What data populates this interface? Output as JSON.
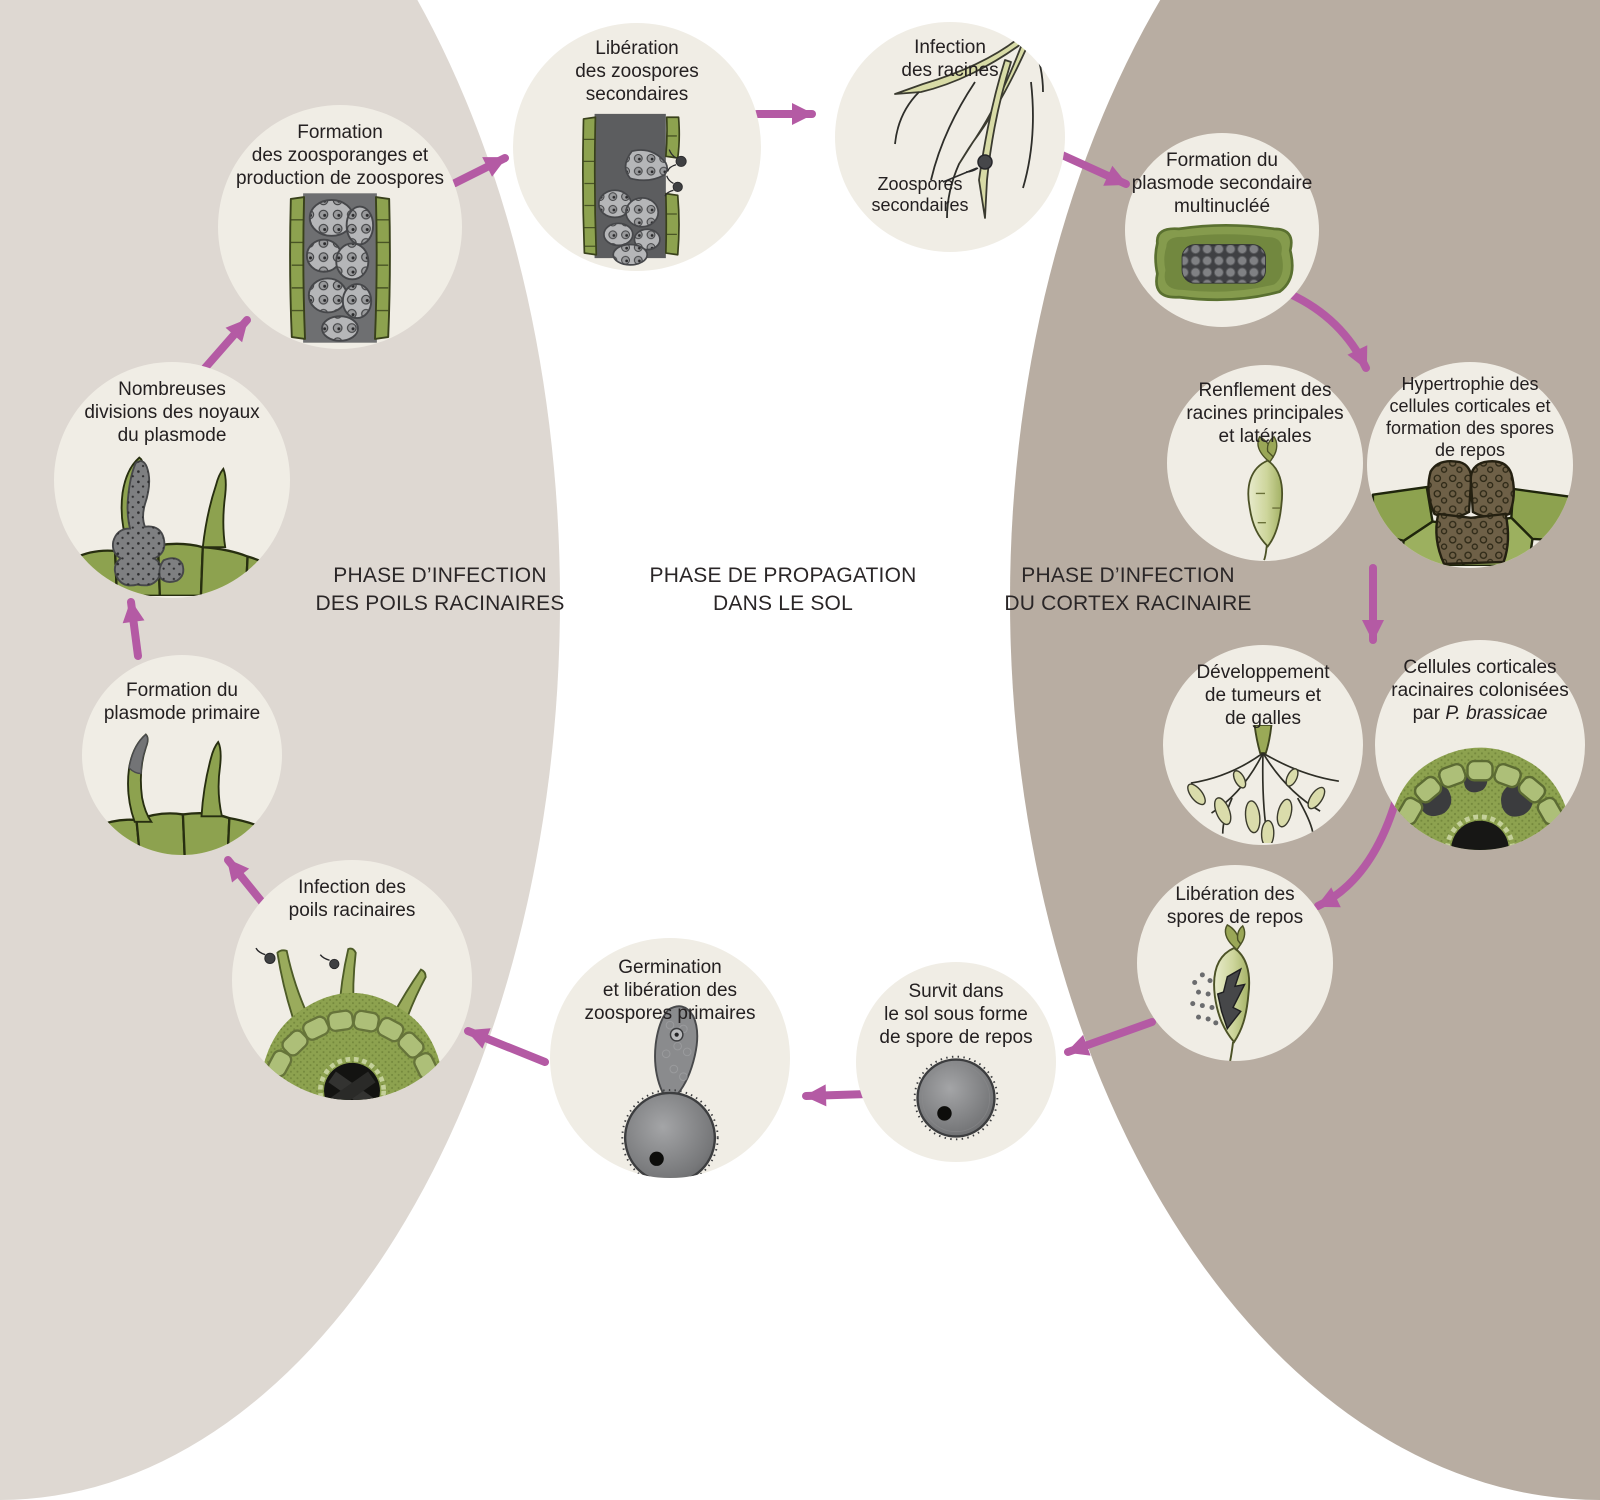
{
  "phases": {
    "left": "PHASE D’INFECTION\nDES POILS RACINAIRES",
    "center": "PHASE DE PROPAGATION\nDANS LE SOL",
    "right": "PHASE D’INFECTION\nDU CORTEX RACINAIRE"
  },
  "nodes": {
    "formation_zoosporanges": {
      "label": "Formation\ndes zoosporanges et\nproduction de zoospores"
    },
    "liberation_zoospores_secondaires": {
      "label": "Libération\ndes zoospores\nsecondaires"
    },
    "infection_racines": {
      "label": "Infection\ndes racines",
      "sublabel": "Zoospores\nsecondaires"
    },
    "formation_plasmode_secondaire": {
      "label": "Formation du\nplasmode secondaire\nmultinucléé"
    },
    "renflement_racines": {
      "label": "Renflement des\nracines principales\net latérales"
    },
    "hypertrophie_cellules": {
      "label": "Hypertrophie des\ncellules corticales et\nformation des spores\nde repos"
    },
    "developpement_tumeurs": {
      "label": "Développement\nde tumeurs et\nde galles"
    },
    "cellules_corticales": {
      "label": "Cellules corticales\nracinaires colonisées\npar ",
      "species": "P. brassicae"
    },
    "liberation_spores_repos": {
      "label": "Libération des\nspores de repos"
    },
    "survit_sol": {
      "label": "Survit dans\nle sol sous forme\nde spore de repos"
    },
    "germination": {
      "label": "Germination\net libération des\nzoospores primaires"
    },
    "infection_poils": {
      "label": "Infection des\npoils racinaires"
    },
    "formation_plasmode_primaire": {
      "label": "Formation du\nplasmode primaire"
    },
    "nombreuses_divisions": {
      "label": "Nombreuses\ndivisions des noyaux\ndu plasmode"
    }
  },
  "colors": {
    "arrow": "#b45aa4",
    "left_region": "#ded8d2",
    "right_region": "#b8ada2",
    "circle": "#f0ede5",
    "text": "#242021"
  }
}
